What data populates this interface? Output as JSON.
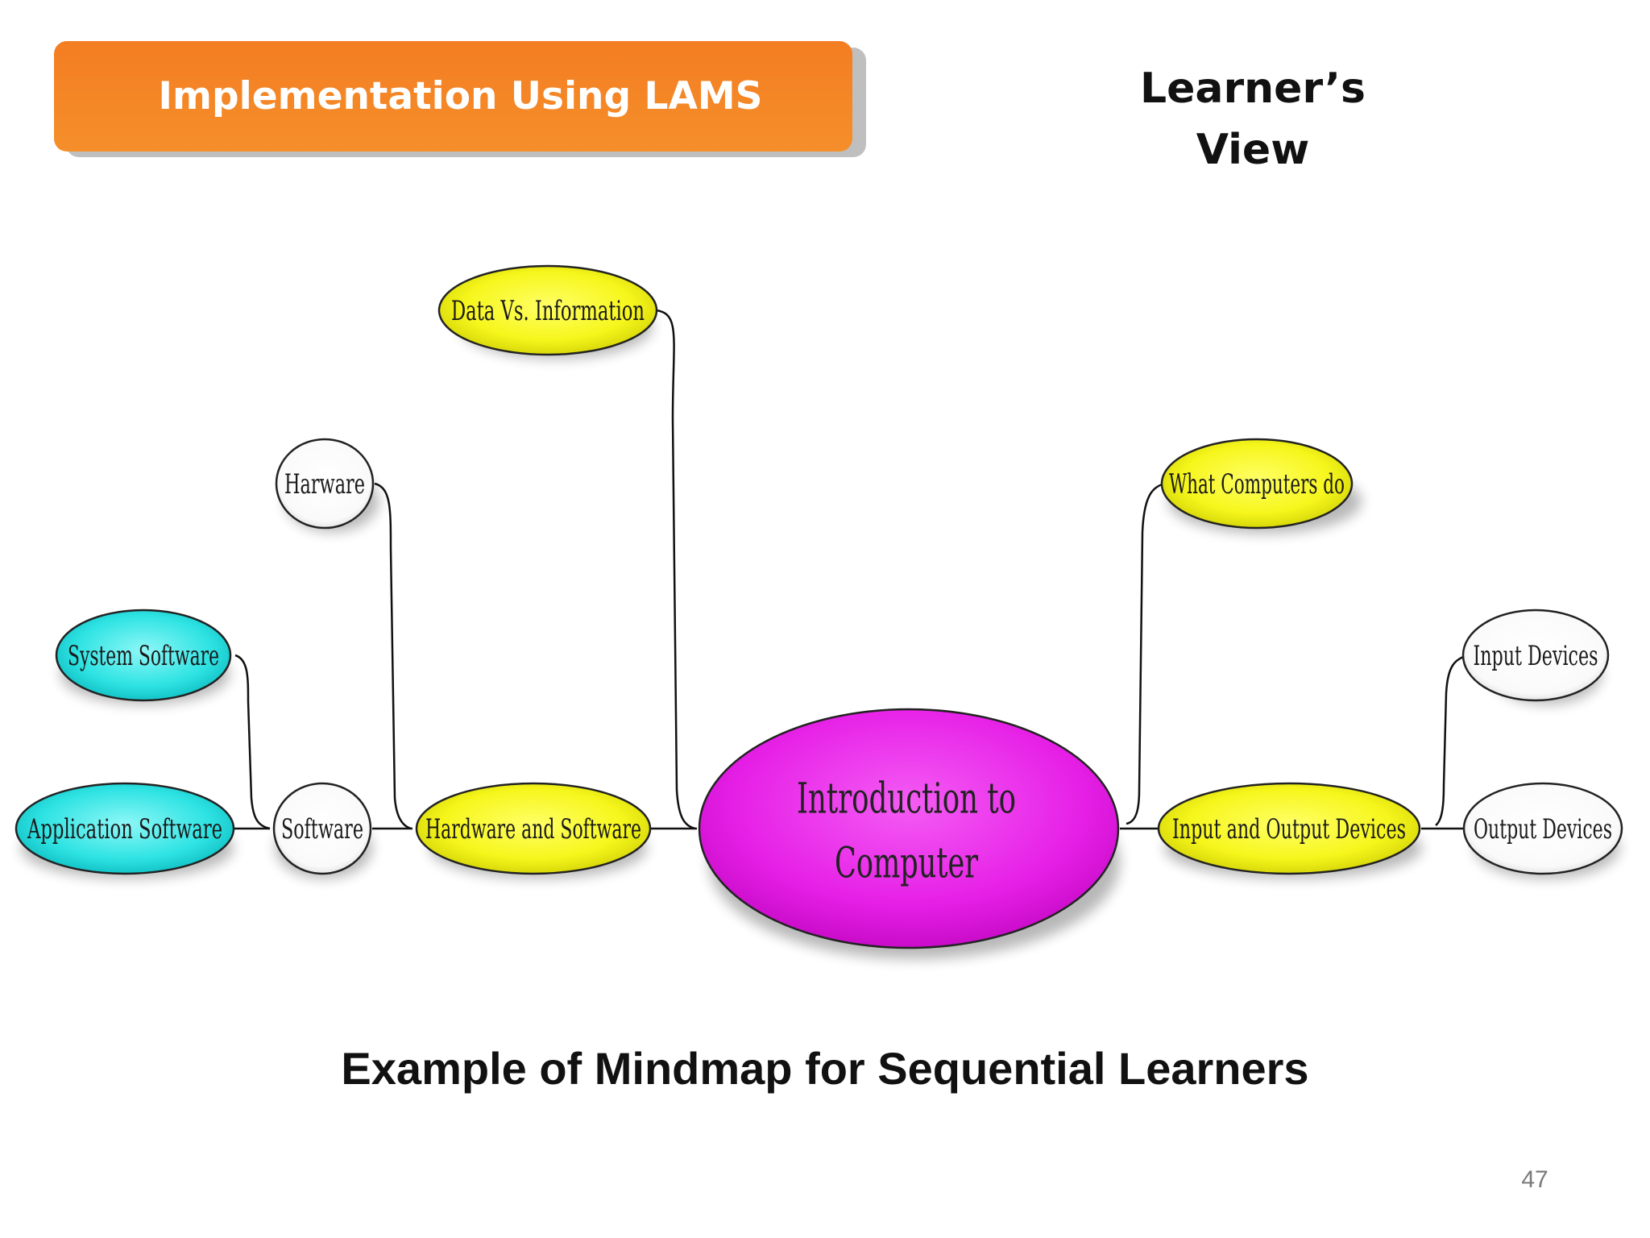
{
  "header": {
    "title": "Implementation Using LAMS",
    "view_line1": "Learner’s",
    "view_line2": "View"
  },
  "mindmap": {
    "center": {
      "line1": "Introduction to",
      "line2": "Computer"
    },
    "nodes": [
      {
        "id": "data-vs-information",
        "label": "Data Vs. Information",
        "color": "yellow"
      },
      {
        "id": "harware",
        "label": "Harware",
        "color": "white"
      },
      {
        "id": "system-software",
        "label": "System Software",
        "color": "cyan"
      },
      {
        "id": "application-software",
        "label": "Application Software",
        "color": "cyan"
      },
      {
        "id": "software",
        "label": "Software",
        "color": "white"
      },
      {
        "id": "hardware-and-software",
        "label": "Hardware and Software",
        "color": "yellow"
      },
      {
        "id": "what-computers-do",
        "label": "What Computers do",
        "color": "yellow"
      },
      {
        "id": "input-and-output-devices",
        "label": "Input and Output Devices",
        "color": "yellow"
      },
      {
        "id": "input-devices",
        "label": "Input Devices",
        "color": "white"
      },
      {
        "id": "output-devices",
        "label": "Output Devices",
        "color": "white"
      }
    ],
    "colors": {
      "yellow": "#ffff33",
      "cyan": "#33e6e6",
      "white": "#ffffff",
      "magenta": "#ee22ee"
    }
  },
  "caption": "Example of Mindmap for Sequential Learners",
  "page_number": "47"
}
